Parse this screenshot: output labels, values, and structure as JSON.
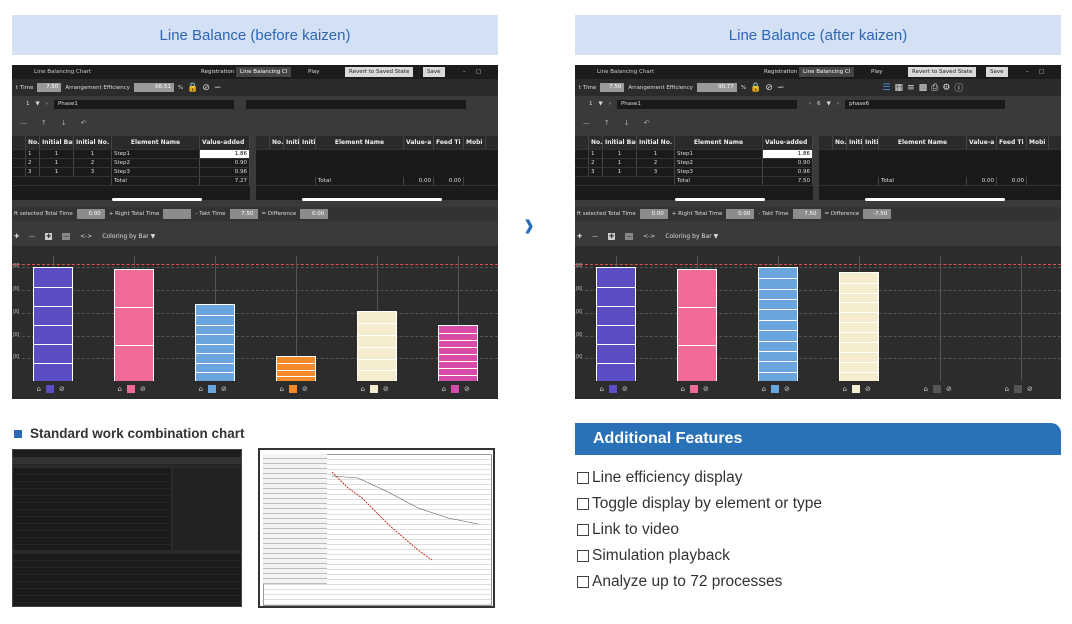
{
  "before": {
    "header": "Line Balance (before kaizen)",
    "app_title": "Line Balancing Chart",
    "tabs": [
      "Registration",
      "Line Balancing Cl",
      "Play"
    ],
    "revert_label": "Revert to Saved State",
    "save_label": "Save",
    "takt_label": "t Time",
    "takt_value": "7.50",
    "eff_label": "Arrangement Efficiency",
    "eff_value": "66.51",
    "pct": "%",
    "nav_num": "1",
    "phase": "Phase1",
    "left_headers": [
      "No.",
      "Initial Bar",
      "Initial No.",
      "Element Name",
      "Value-added"
    ],
    "left_rows": [
      [
        "1",
        "1",
        "1",
        "Step1",
        "1.86"
      ],
      [
        "2",
        "1",
        "2",
        "Step2",
        "0.90"
      ],
      [
        "3",
        "1",
        "3",
        "Step3",
        "0.96"
      ]
    ],
    "left_total_label": "Total",
    "left_total": "7.27",
    "right_headers": [
      "No.",
      "Initi",
      "Initi",
      "Element Name",
      "Value-a",
      "Feed Ti",
      "Mobi"
    ],
    "right_total_label": "Total",
    "right_total": [
      "0.00",
      "0.00"
    ],
    "sum_left_label": "ft selected Total Time",
    "sum_left_value": "0.00",
    "sum_right_label": "+ Right Total Time",
    "sum_right_value": "",
    "sum_takt_label": "- Takt Time",
    "sum_takt_value": "7.50",
    "sum_diff_label": "= Difference",
    "sum_diff_value": "0.00",
    "coloring_label": "Coloring by Bar ▼"
  },
  "after": {
    "header": "Line Balance (after kaizen)",
    "app_title": "Line Balancing Chart",
    "tabs": [
      "Registration",
      "Line Balancing Cl",
      "Play"
    ],
    "revert_label": "Revert to Saved State",
    "save_label": "Save",
    "takt_label": "t Time",
    "takt_value": "7.50",
    "eff_label": "Arrangement Efficiency",
    "eff_value": "90.77",
    "pct": "%",
    "nav_num": "1",
    "phase": "Phase1",
    "right_nav_num": "6",
    "right_phase": "phase6",
    "left_headers": [
      "No.",
      "Initial Bar",
      "Initial No.",
      "Element Name",
      "Value-added"
    ],
    "left_rows": [
      [
        "1",
        "1",
        "1",
        "Step1",
        "1.86"
      ],
      [
        "2",
        "1",
        "2",
        "Step2",
        "0.90"
      ],
      [
        "3",
        "1",
        "3",
        "Step3",
        "0.96"
      ]
    ],
    "left_total_label": "Total",
    "left_total": "7.50",
    "right_headers": [
      "No.",
      "Initi",
      "Initi",
      "Element Name",
      "Value-a",
      "Feed Ti",
      "Mobi"
    ],
    "right_total_label": "Total",
    "right_total": [
      "0.00",
      "0.00"
    ],
    "sum_left_label": "ft selected Total Time",
    "sum_left_value": "0.00",
    "sum_right_label": "+ Right Total Time",
    "sum_right_value": "0.00",
    "sum_takt_label": "- Takt Time",
    "sum_takt_value": "7.50",
    "sum_diff_label": "= Difference",
    "sum_diff_value": "-7.50",
    "coloring_label": "Coloring by Bar ▼"
  },
  "standard_work": {
    "title": "Standard work combination chart"
  },
  "features": {
    "title": "Additional Features",
    "items": [
      "Line efficiency display",
      "Toggle display by element or type",
      "Link to video",
      "Simulation playback",
      "Analyze up to 72 processes"
    ]
  },
  "chart_data": [
    {
      "type": "bar",
      "title": "",
      "y_tick_labels": [
        "00",
        "00",
        "00",
        "00",
        "00"
      ],
      "bars": [
        {
          "color": "#5b4ec4",
          "value": 7.27,
          "segments": 6
        },
        {
          "color": "#f06b98",
          "value": 7.2,
          "segments": 3
        },
        {
          "color": "#6aa6de",
          "value": 4.9,
          "segments": 8
        },
        {
          "color": "#f28a2a",
          "value": 1.6,
          "segments": 4
        },
        {
          "color": "#f6ecd0",
          "value": 4.5,
          "segments": 6
        },
        {
          "color": "#d74ba8",
          "value": 3.6,
          "segments": 8
        }
      ],
      "takt": 7.5,
      "ylim": [
        0,
        8
      ]
    },
    {
      "type": "bar",
      "title": "",
      "y_tick_labels": [
        "00",
        "00",
        "00",
        "00",
        "00"
      ],
      "bars": [
        {
          "color": "#5b4ec4",
          "value": 7.27,
          "segments": 6
        },
        {
          "color": "#f06b98",
          "value": 7.2,
          "segments": 3
        },
        {
          "color": "#6aa6de",
          "value": 7.3,
          "segments": 11
        },
        {
          "color": "#f6ecd0",
          "value": 7.0,
          "segments": 11
        },
        {
          "color": null,
          "value": 0,
          "segments": 0
        },
        {
          "color": null,
          "value": 0,
          "segments": 0
        }
      ],
      "takt": 7.5,
      "ylim": [
        0,
        8
      ]
    }
  ]
}
